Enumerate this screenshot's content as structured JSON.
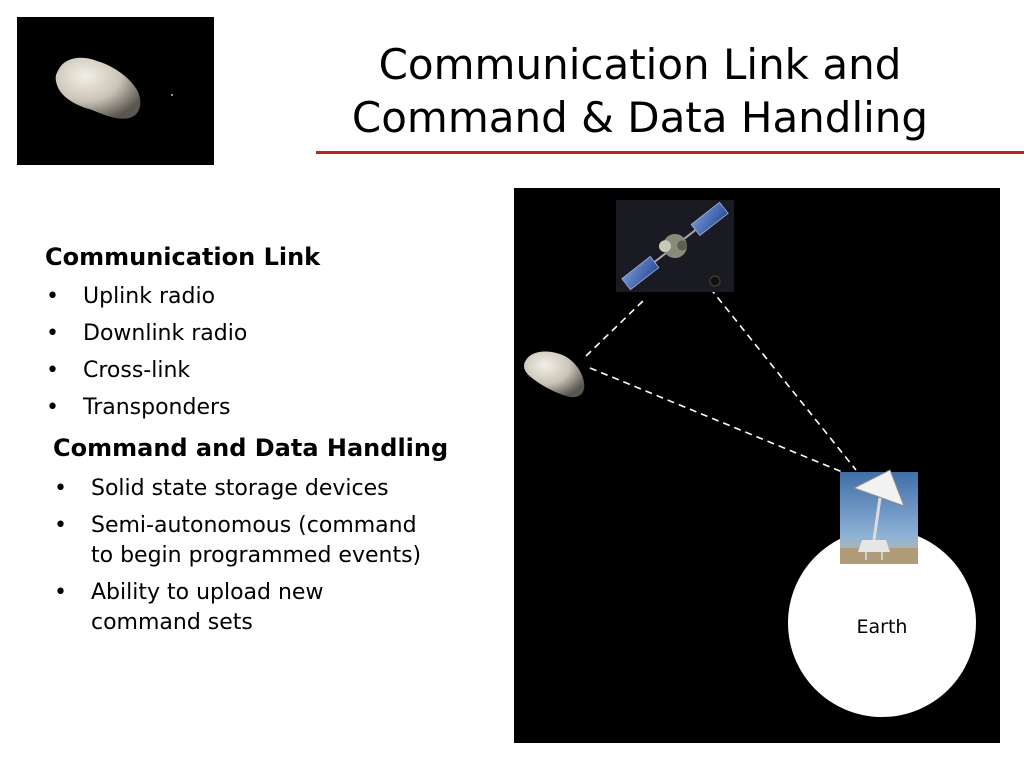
{
  "slide": {
    "title_line1": "Communication Link and",
    "title_line2": "Command & Data Handling",
    "accent_color": "#c0201e"
  },
  "communication_link": {
    "heading": "Communication Link",
    "items": [
      "Uplink radio",
      "Downlink radio",
      "Cross-link",
      "Transponders"
    ]
  },
  "command_data_handling": {
    "heading": "Command and Data Handling",
    "items": [
      {
        "line1": "Solid state storage devices",
        "line2": ""
      },
      {
        "line1": "Semi-autonomous (command",
        "line2": "to begin programmed events)"
      },
      {
        "line1": "Ability to upload new",
        "line2": "command sets"
      }
    ]
  },
  "diagram": {
    "earth_label": "Earth",
    "background": "#000000",
    "link_style": "dashed",
    "icons": [
      "asteroid-icon",
      "satellite-icon",
      "radio-dish-icon",
      "earth-icon"
    ]
  }
}
